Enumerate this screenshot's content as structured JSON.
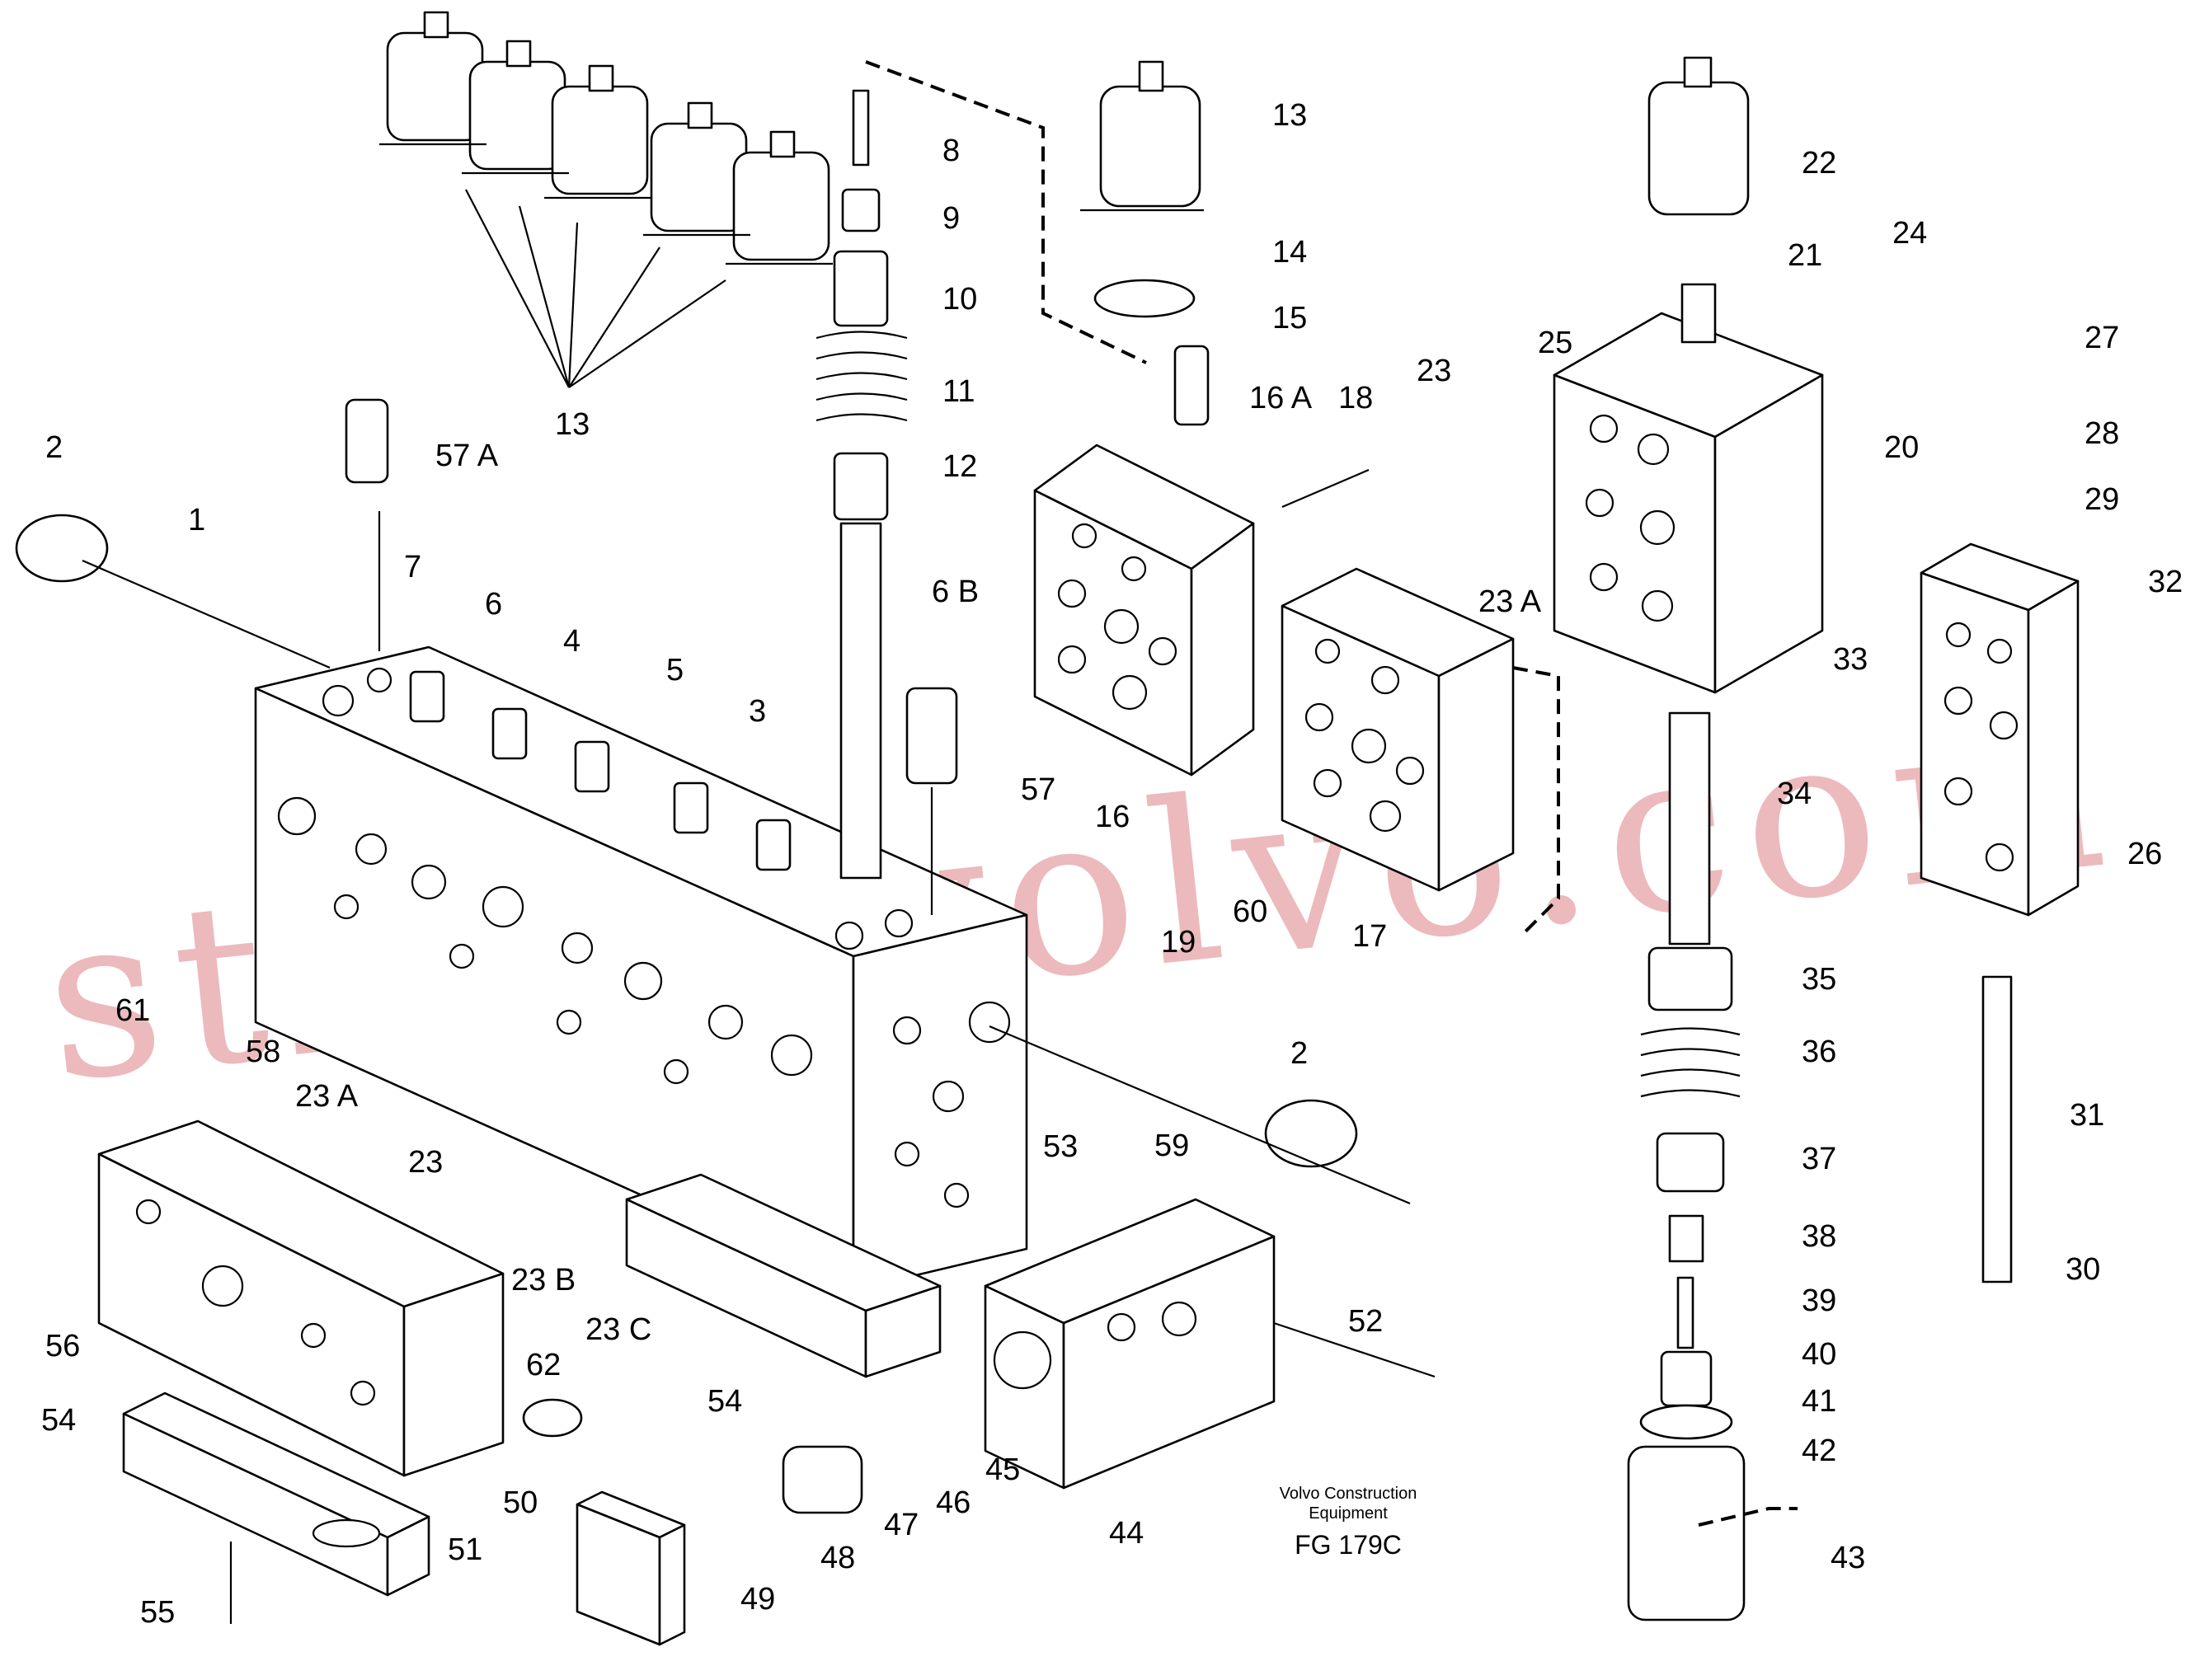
{
  "caption": {
    "line1": "Volvo Construction",
    "line2": "Equipment",
    "figure_id": "FG 179C"
  },
  "watermark": "strongvolvo.com",
  "labels": {
    "1": "1",
    "2": "2",
    "2b": "2",
    "3": "3",
    "4": "4",
    "5": "5",
    "6": "6",
    "6B": "6 B",
    "7": "7",
    "8": "8",
    "9": "9",
    "10": "10",
    "11": "11",
    "12": "12",
    "13": "13",
    "13b": "13",
    "14": "14",
    "15": "15",
    "16": "16",
    "16A": "16 A",
    "17": "17",
    "18": "18",
    "19": "19",
    "20": "20",
    "21": "21",
    "22": "22",
    "23": "23",
    "23b": "23",
    "23A": "23 A",
    "23Ab": "23 A",
    "23B": "23 B",
    "23C": "23 C",
    "24": "24",
    "25": "25",
    "26": "26",
    "27": "27",
    "28": "28",
    "29": "29",
    "30": "30",
    "31": "31",
    "32": "32",
    "33": "33",
    "34": "34",
    "35": "35",
    "36": "36",
    "37": "37",
    "38": "38",
    "39": "39",
    "40": "40",
    "41": "41",
    "42": "42",
    "43": "43",
    "44": "44",
    "45": "45",
    "46": "46",
    "47": "47",
    "48": "48",
    "49": "49",
    "50": "50",
    "51": "51",
    "52": "52",
    "53": "53",
    "54": "54",
    "54b": "54",
    "55": "55",
    "56": "56",
    "57": "57",
    "57A": "57 A",
    "58": "58",
    "59": "59",
    "60": "60",
    "61": "61",
    "62": "62"
  },
  "colors": {
    "line": "#000000",
    "background": "#ffffff",
    "watermark": "#e5a3a6"
  }
}
